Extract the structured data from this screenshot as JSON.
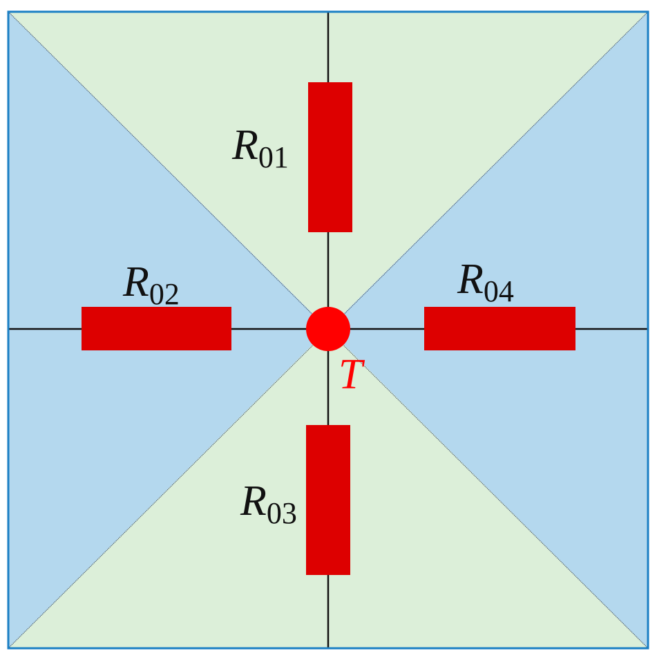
{
  "colors": {
    "frame": "#1b7fc4",
    "blue_region": "#b4d8ee",
    "green_region": "#dcefd9",
    "axis": "#111111",
    "receiver": "#dd0000",
    "target": "#ff0000",
    "label": "#111111"
  },
  "receivers": [
    {
      "id": "R01",
      "main": "R",
      "sub": "01"
    },
    {
      "id": "R02",
      "main": "R",
      "sub": "02"
    },
    {
      "id": "R03",
      "main": "R",
      "sub": "03"
    },
    {
      "id": "R04",
      "main": "R",
      "sub": "04"
    }
  ],
  "target": {
    "label": "T"
  }
}
